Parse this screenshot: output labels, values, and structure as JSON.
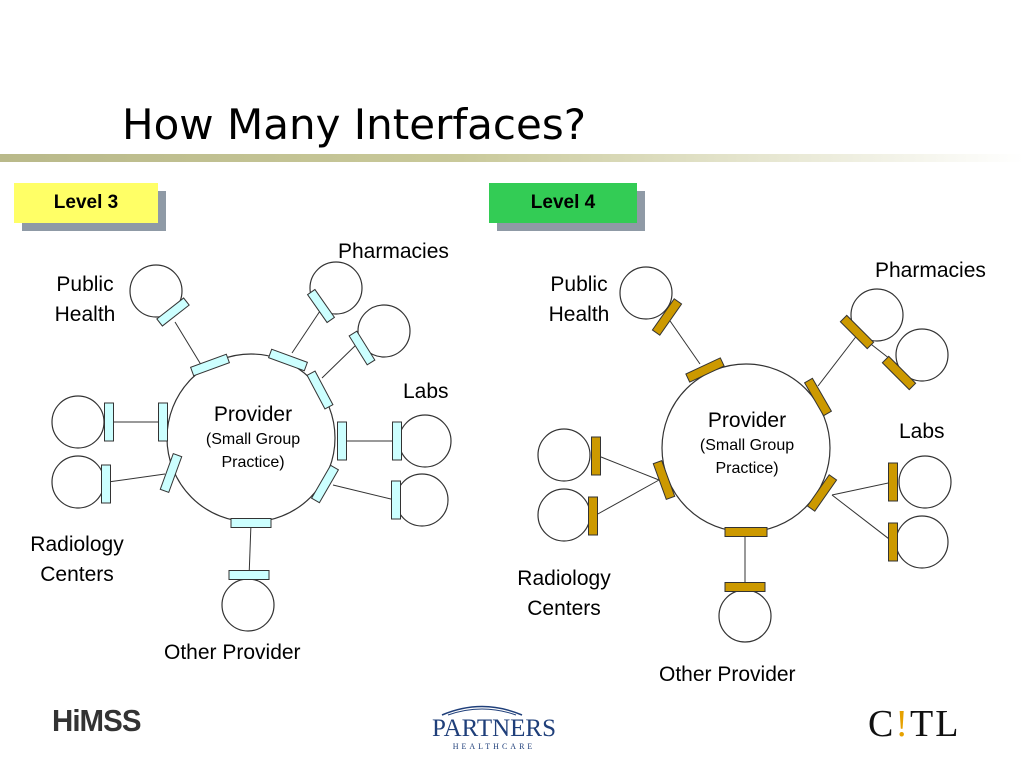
{
  "slide": {
    "title": "How Many Interfaces?"
  },
  "level3": {
    "badge": "Level 3",
    "provider_title": "Provider",
    "provider_sub1": "(Small Group",
    "provider_sub2": "Practice)",
    "labels": {
      "public_health_1": "Public",
      "public_health_2": "Health",
      "pharmacies": "Pharmacies",
      "labs": "Labs",
      "radiology_1": "Radiology",
      "radiology_2": "Centers",
      "other_provider": "Other Provider"
    }
  },
  "level4": {
    "badge": "Level 4",
    "provider_title": "Provider",
    "provider_sub1": "(Small Group",
    "provider_sub2": "Practice)",
    "labels": {
      "public_health_1": "Public",
      "public_health_2": "Health",
      "pharmacies": "Pharmacies",
      "labs": "Labs",
      "radiology_1": "Radiology",
      "radiology_2": "Centers",
      "other_provider": "Other Provider"
    }
  },
  "logos": {
    "himss": "HiMSS",
    "partners_name": "PARTNERS",
    "partners_sub": "HEALTHCARE",
    "citl_left": "C",
    "citl_mark": "!",
    "citl_right": "TL"
  },
  "colors": {
    "level3_badge": "#ffff66",
    "level4_badge": "#33cc55",
    "level3_interface": "#ccffff",
    "level4_interface": "#cc9900"
  }
}
